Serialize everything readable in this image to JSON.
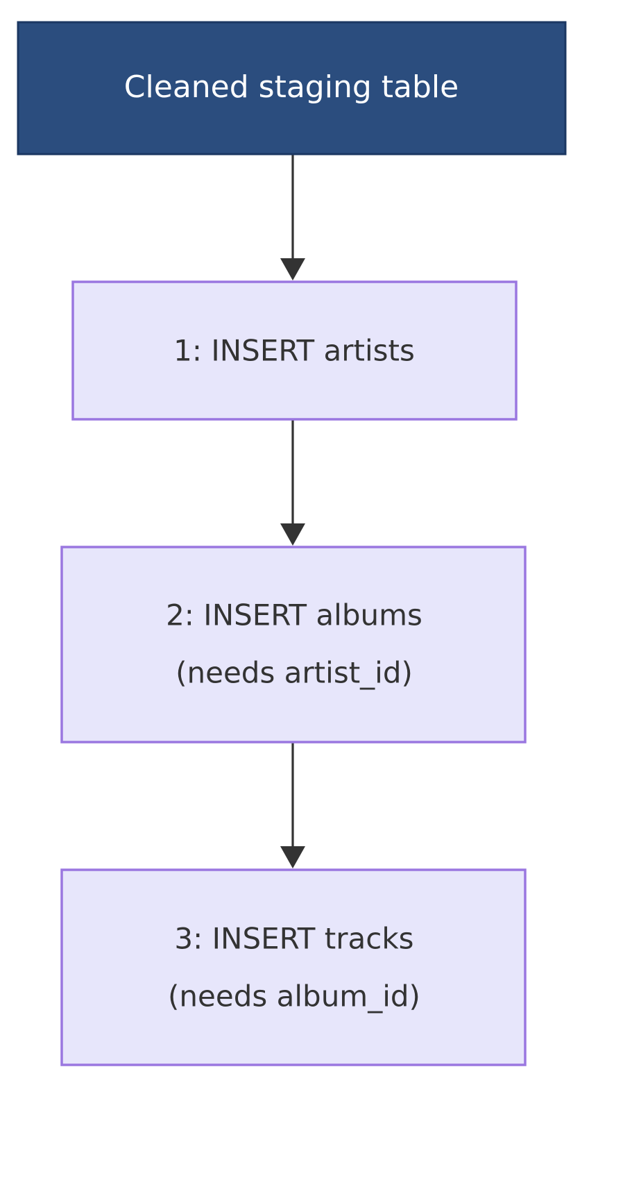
{
  "diagram": {
    "type": "flowchart",
    "direction": "top-to-bottom",
    "title": "",
    "colors": {
      "start_node_fill": "#2b4d7e",
      "start_node_stroke": "#1b3762",
      "start_node_text": "#ffffff",
      "step_node_fill": "#e7e6fb",
      "step_node_stroke": "#9a77e0",
      "step_node_text": "#333333",
      "edge_color": "#333333",
      "background": "#ffffff"
    },
    "nodes": [
      {
        "id": "staging",
        "label": "Cleaned staging table",
        "lines": [
          "Cleaned staging table"
        ],
        "style": "start"
      },
      {
        "id": "step1",
        "label": "1: INSERT artists",
        "lines": [
          "1: INSERT artists"
        ],
        "style": "step"
      },
      {
        "id": "step2",
        "label": "2: INSERT albums (needs artist_id)",
        "lines": [
          "2: INSERT albums",
          "(needs artist_id)"
        ],
        "style": "step"
      },
      {
        "id": "step3",
        "label": "3: INSERT tracks (needs album_id)",
        "lines": [
          "3: INSERT tracks",
          "(needs album_id)"
        ],
        "style": "step"
      }
    ],
    "edges": [
      {
        "from": "staging",
        "to": "step1",
        "label": "",
        "arrow": "arrow-head-icon"
      },
      {
        "from": "step1",
        "to": "step2",
        "label": "",
        "arrow": "arrow-head-icon"
      },
      {
        "from": "step2",
        "to": "step3",
        "label": "",
        "arrow": "arrow-head-icon"
      }
    ]
  }
}
